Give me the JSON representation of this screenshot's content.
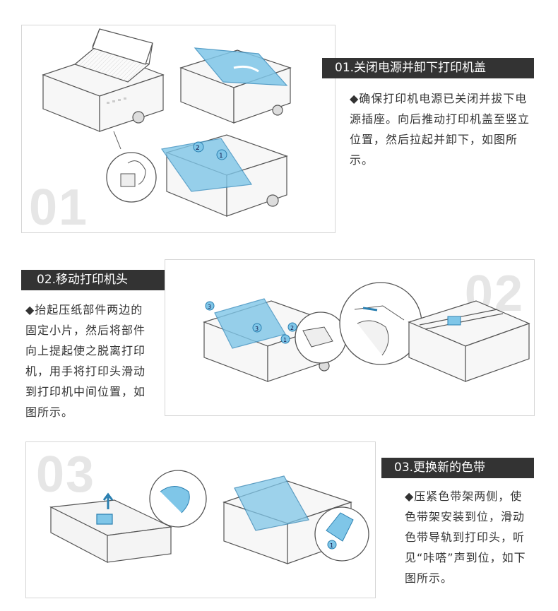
{
  "sections": [
    {
      "number": "01",
      "title": "01.关闭电源并卸下打印机盖",
      "description": "◆确保打印机电源已关闭并拔下电源插座。向后推动打印机盖至竖立位置，然后拉起并卸下，如图所示。",
      "callouts": [
        "2",
        "1"
      ],
      "icons": [
        "printer-icon",
        "printer-cover-lift-icon",
        "power-plug-icon"
      ]
    },
    {
      "number": "02",
      "title": "02.移动打印机头",
      "description": "◆抬起压纸部件两边的固定小片，然后将部件向上提起使之脱离打印机，用手将打印头滑动到打印机中间位置，如图所示。",
      "callouts": [
        "3",
        "3",
        "2",
        "1"
      ],
      "icons": [
        "printer-icon",
        "print-head-icon"
      ]
    },
    {
      "number": "03",
      "title": "03.更换新的色带",
      "description": "◆压紧色带架两侧，使色带架安装到位，滑动色带导轨到打印头，听见“咔嗒”声到位，如下图所示。",
      "callouts": [
        "1"
      ],
      "icons": [
        "ribbon-cartridge-icon",
        "printer-icon"
      ]
    }
  ],
  "colors": {
    "title_bg": "#333333",
    "title_text": "#ffffff",
    "accent_blue": "#7fc6e8",
    "big_number": "#e6e6e6"
  }
}
